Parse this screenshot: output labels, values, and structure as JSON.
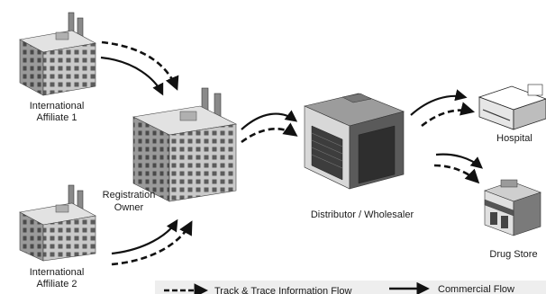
{
  "nodes": {
    "affiliate1": {
      "line1": "International",
      "line2": "Affiliate 1"
    },
    "affiliate2": {
      "line1": "International",
      "line2": "Affiliate 2"
    },
    "registration_owner": {
      "line1": "Registration",
      "line2": "Owner"
    },
    "distributor": {
      "label": "Distributor / Wholesaler"
    },
    "hospital": {
      "label": "Hospital"
    },
    "drug_store": {
      "label": "Drug Store"
    }
  },
  "legend": {
    "track_trace": "Track & Trace Information Flow",
    "commercial": "Commercial Flow"
  },
  "colors": {
    "ink": "#111111",
    "building_light": "#d6d6d6",
    "building_mid": "#a8a8a8",
    "building_dark": "#6a6a6a",
    "legend_bg": "#eeeeee"
  }
}
